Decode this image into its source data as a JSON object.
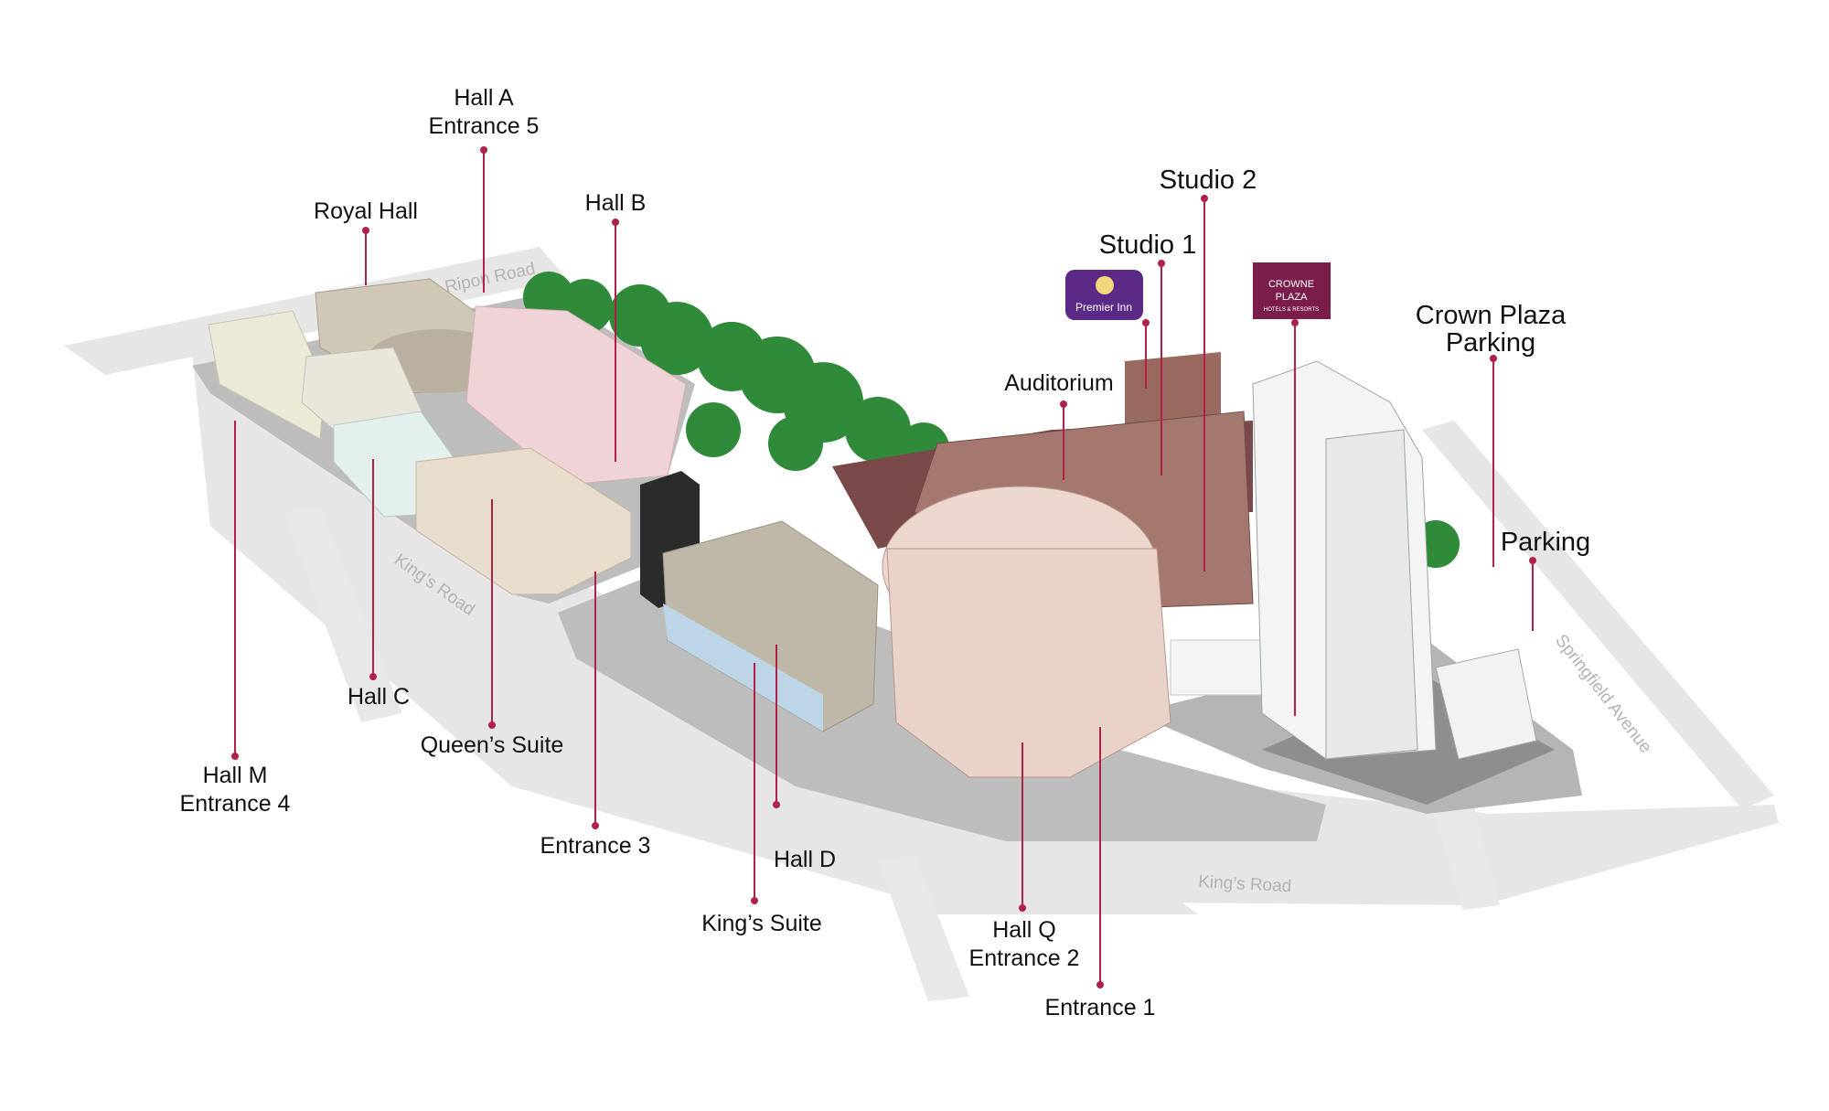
{
  "labels": {
    "hall_a": "Hall A",
    "entrance_5": "Entrance 5",
    "royal_hall": "Royal Hall",
    "hall_b": "Hall B",
    "studio_2": "Studio 2",
    "studio_1": "Studio 1",
    "auditorium": "Auditorium",
    "crown_plaza_parking_line1": "Crown Plaza",
    "crown_plaza_parking_line2": "Parking",
    "parking": "Parking",
    "hall_c": "Hall C",
    "queens_suite": "Queen’s Suite",
    "hall_m": "Hall M",
    "entrance_4": "Entrance 4",
    "entrance_3": "Entrance 3",
    "hall_d": "Hall D",
    "kings_suite": "King’s Suite",
    "hall_q": "Hall Q",
    "entrance_2": "Entrance 2",
    "entrance_1": "Entrance 1"
  },
  "roads": {
    "ripon": "Ripon Road",
    "kings_upper": "King’s Road",
    "kings_lower": "King’s Road",
    "springfield": "Springfield Avenue"
  },
  "logos": {
    "premier_inn": "Premier Inn",
    "crowne_plaza_line1": "CROWNE",
    "crowne_plaza_line2": "PLAZA",
    "crowne_plaza_line3": "HOTELS & RESORTS"
  },
  "colors": {
    "leader_line": "#b0214a",
    "road": "#e4e4e4",
    "premier_inn": "#5b2a86",
    "crowne_plaza": "#7a1d4a",
    "trees": "#2f8a3a"
  }
}
